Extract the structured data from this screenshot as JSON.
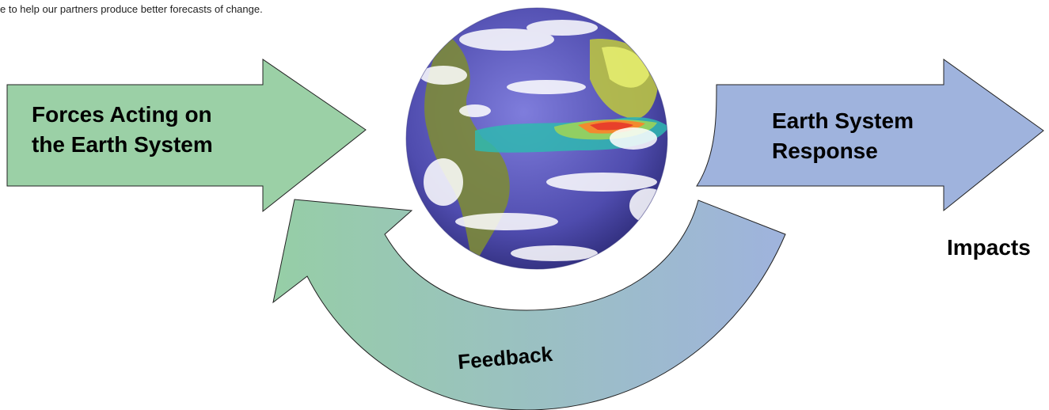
{
  "caption": "e to help our partners produce better forecasts of change.",
  "diagram": {
    "forces_label": [
      "Forces Acting on",
      "the Earth System"
    ],
    "response_label": [
      "Earth System",
      "Response"
    ],
    "impacts_label": "Impacts",
    "feedback_label": "Feedback"
  },
  "colors": {
    "forces_arrow": "#9bd0a6",
    "response_arrow": "#9fb3dd",
    "feedback_start": "#96cea6",
    "feedback_end": "#9fb3dd",
    "ocean": "#5d5bb8"
  },
  "icons": [
    "earth-globe-image"
  ]
}
